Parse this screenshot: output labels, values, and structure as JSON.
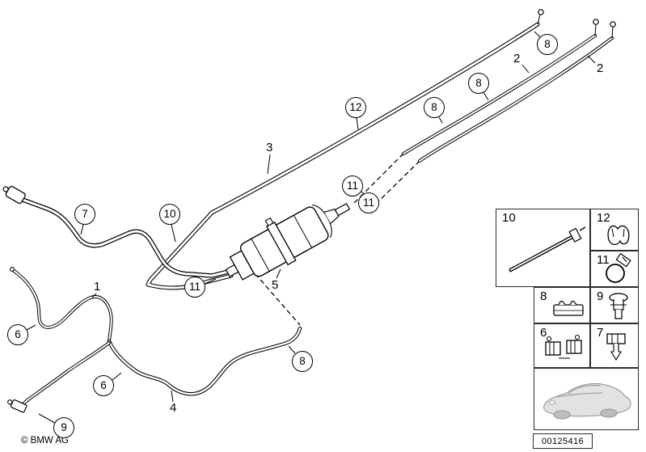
{
  "footer": {
    "copyright": "© BMW AG",
    "document_number": "00125416"
  },
  "diagram": {
    "circled": [
      "8",
      "8",
      "8",
      "12",
      "11",
      "11",
      "7",
      "10",
      "11",
      "6",
      "6",
      "8",
      "9"
    ],
    "plain": [
      "2",
      "2",
      "3",
      "1",
      "5",
      "4"
    ]
  },
  "legend": {
    "cells": [
      {
        "label": "10",
        "icon": "cable-tie-icon"
      },
      {
        "label": "12",
        "icon": "retaining-clip-icon"
      },
      {
        "label": "11",
        "icon": "hose-clamp-icon"
      },
      {
        "label": "8",
        "icon": "line-clip-icon"
      },
      {
        "label": "9",
        "icon": "holder-clip-icon"
      },
      {
        "label": "6",
        "icon": "double-clip-icon"
      },
      {
        "label": "7",
        "icon": "pin-clip-icon"
      }
    ],
    "vehicle_icon": "car-silhouette-icon"
  },
  "colors": {
    "line": "#000000",
    "panel_border": "#2b2b2b",
    "car_fill": "#e2e2e2",
    "car_stroke": "#8f8f8f"
  }
}
